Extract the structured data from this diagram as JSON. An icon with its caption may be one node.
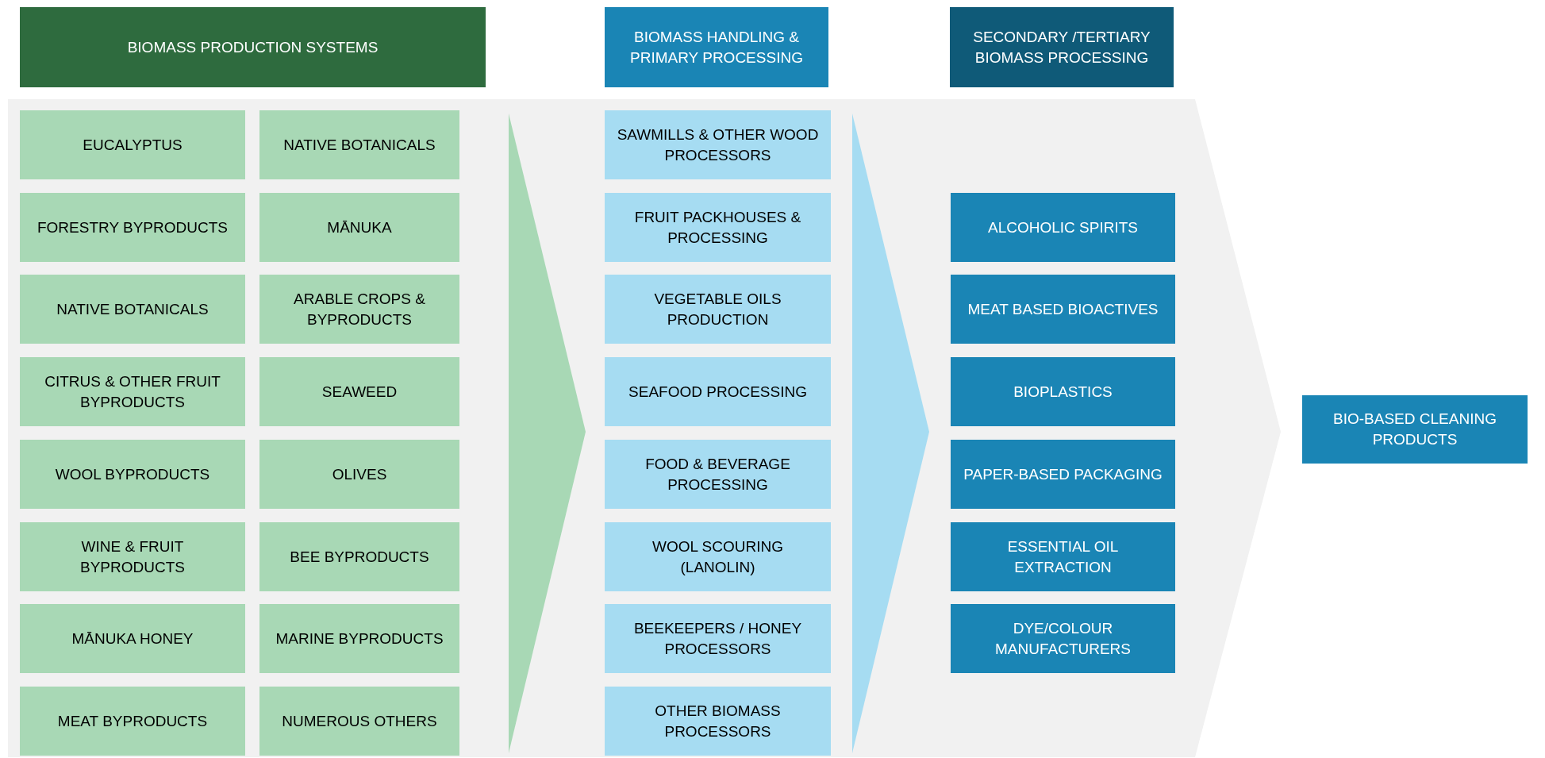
{
  "diagram": {
    "nodes": [
      {
        "text": [
          "BIOMASS PRODUCTION SYSTEMS"
        ]
      },
      {
        "text": [
          "BIOMASS HANDLING & PRIMARY PROCESSING"
        ]
      },
      {
        "text": [
          "SECONDARY /TERTIARY BIOMASS PROCESSING"
        ]
      },
      {
        "text": [
          "EUCALYPTUS"
        ]
      },
      {
        "text": [
          "NATIVE BOTANICALS"
        ]
      },
      {
        "text": [
          "FORESTRY BYPRODUCTS"
        ]
      },
      {
        "text": [
          "MĀNUKA"
        ]
      },
      {
        "text": [
          "NATIVE BOTANICALS"
        ]
      },
      {
        "text": [
          "ARABLE CROPS & BYPRODUCTS"
        ]
      },
      {
        "text": [
          "CITRUS & OTHER FRUIT BYPRODUCTS"
        ]
      },
      {
        "text": [
          "SEAWEED"
        ]
      },
      {
        "text": [
          "WOOL BYPRODUCTS"
        ]
      },
      {
        "text": [
          "OLIVES"
        ]
      },
      {
        "text": [
          "WINE & FRUIT BYPRODUCTS"
        ]
      },
      {
        "text": [
          "BEE BYPRODUCTS"
        ]
      },
      {
        "text": [
          "MĀNUKA HONEY"
        ]
      },
      {
        "text": [
          "MARINE BYPRODUCTS"
        ]
      },
      {
        "text": [
          "MEAT BYPRODUCTS"
        ]
      },
      {
        "text": [
          "NUMEROUS OTHERS"
        ]
      },
      {
        "text": [
          "SAWMILLS & OTHER WOOD PROCESSORS"
        ]
      },
      {
        "text": [
          "FRUIT PACKHOUSES & PROCESSING"
        ]
      },
      {
        "text": [
          "VEGETABLE OILS PRODUCTION"
        ]
      },
      {
        "text": [
          "SEAFOOD PROCESSING"
        ]
      },
      {
        "text": [
          "FOOD & BEVERAGE PROCESSING"
        ]
      },
      {
        "text": [
          "WOOL SCOURING (LANOLIN)"
        ]
      },
      {
        "text": [
          "BEEKEEPERS / HONEY PROCESSORS"
        ]
      },
      {
        "text": [
          "OTHER BIOMASS PROCESSORS"
        ]
      },
      {
        "text": [
          "ALCOHOLIC SPIRITS"
        ]
      },
      {
        "text": [
          "MEAT BASED BIOACTIVES"
        ]
      },
      {
        "text": [
          "BIOPLASTICS"
        ]
      },
      {
        "text": [
          "PAPER-BASED PACKAGING"
        ]
      },
      {
        "text": [
          "ESSENTIAL OIL EXTRACTION"
        ]
      },
      {
        "text": [
          "DYE/COLOUR MANUFACTURERS"
        ]
      },
      {
        "text": [
          "BIO-BASED CLEANING PRODUCTS"
        ]
      }
    ]
  }
}
